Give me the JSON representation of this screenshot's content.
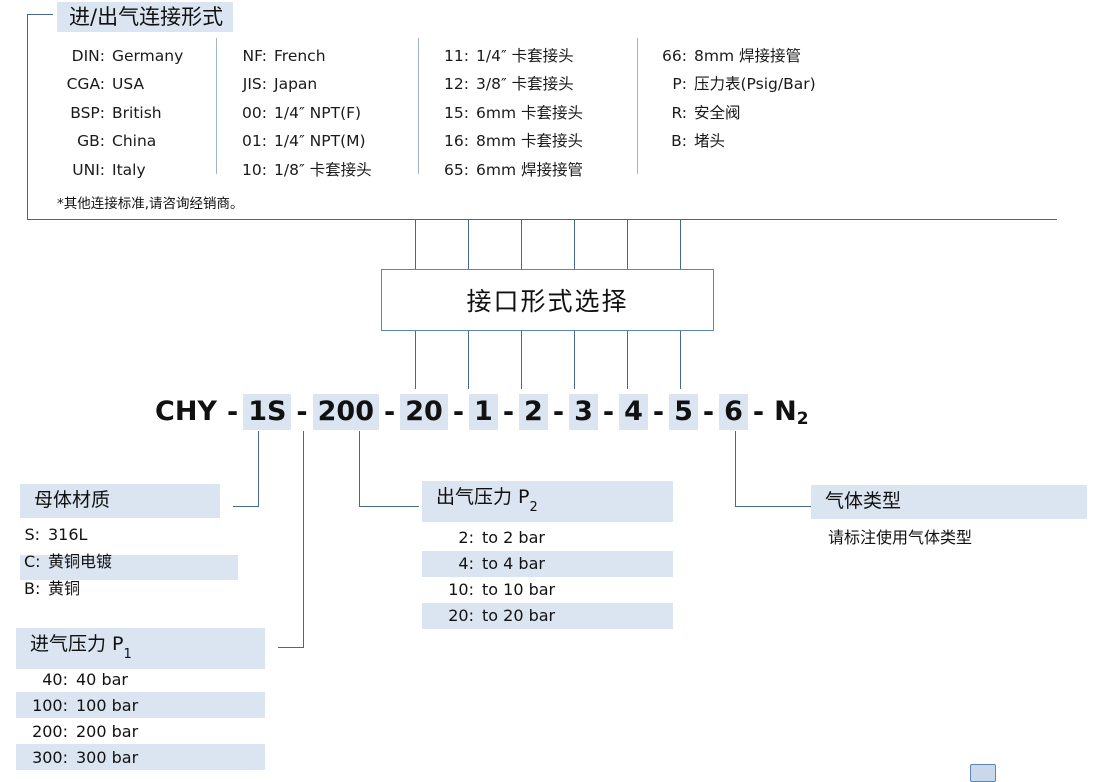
{
  "connection_section": {
    "title": "进/出气连接形式",
    "note": "*其他连接标准,请咨询经销商。",
    "columns": [
      {
        "rows": [
          {
            "code": "DIN:",
            "label": "Germany"
          },
          {
            "code": "CGA:",
            "label": "USA"
          },
          {
            "code": "BSP:",
            "label": "British"
          },
          {
            "code": "GB:",
            "label": "China"
          },
          {
            "code": "UNI:",
            "label": "Italy"
          }
        ]
      },
      {
        "rows": [
          {
            "code": "NF:",
            "label": "French"
          },
          {
            "code": "JIS:",
            "label": "Japan"
          },
          {
            "code": "00:",
            "label": "1/4″ NPT(F)"
          },
          {
            "code": "01:",
            "label": "1/4″ NPT(M)"
          },
          {
            "code": "10:",
            "label": "1/8″  卡套接头"
          }
        ]
      },
      {
        "rows": [
          {
            "code": "11:",
            "label": "1/4″  卡套接头"
          },
          {
            "code": "12:",
            "label": "3/8″  卡套接头"
          },
          {
            "code": "15:",
            "label": "6mm 卡套接头"
          },
          {
            "code": "16:",
            "label": "8mm 卡套接头"
          },
          {
            "code": "65:",
            "label": "6mm 焊接接管"
          }
        ]
      },
      {
        "rows": [
          {
            "code": "66:",
            "label": "8mm 焊接接管"
          },
          {
            "code": "P:",
            "label": "压力表(Psig/Bar)"
          },
          {
            "code": "R:",
            "label": "安全阀"
          },
          {
            "code": "B:",
            "label": "堵头"
          }
        ]
      }
    ]
  },
  "interface_box": {
    "label": "接口形式选择"
  },
  "model_code": {
    "segments": [
      {
        "text": "CHY",
        "highlight": false
      },
      {
        "text": "1S",
        "highlight": true
      },
      {
        "text": "200",
        "highlight": true
      },
      {
        "text": "20",
        "highlight": true
      },
      {
        "text": "1",
        "highlight": true
      },
      {
        "text": "2",
        "highlight": true
      },
      {
        "text": "3",
        "highlight": true
      },
      {
        "text": "4",
        "highlight": true
      },
      {
        "text": "5",
        "highlight": true
      },
      {
        "text": "6",
        "highlight": true
      },
      {
        "text": "N",
        "sub": "2",
        "highlight": false
      }
    ],
    "separator": "-"
  },
  "material_section": {
    "title": "母体材质",
    "options": [
      {
        "code": "S:",
        "label": "316L",
        "highlight": false
      },
      {
        "code": "C:",
        "label": "黄铜电镀",
        "highlight": true
      },
      {
        "code": "B:",
        "label": "黄铜",
        "highlight": false
      }
    ]
  },
  "inlet_pressure_section": {
    "title": "进气压力 P",
    "title_sub": "1",
    "options": [
      {
        "code": "40:",
        "label": "40 bar",
        "highlight": false
      },
      {
        "code": "100:",
        "label": "100 bar",
        "highlight": true
      },
      {
        "code": "200:",
        "label": "200 bar",
        "highlight": false
      },
      {
        "code": "300:",
        "label": "300 bar",
        "highlight": true
      }
    ]
  },
  "outlet_pressure_section": {
    "title": "出气压力 P",
    "title_sub": "2",
    "options": [
      {
        "code": "2:",
        "label": "to 2 bar",
        "highlight": false
      },
      {
        "code": "4:",
        "label": "to 4 bar",
        "highlight": true
      },
      {
        "code": "10:",
        "label": "to 10 bar",
        "highlight": false
      },
      {
        "code": "20:",
        "label": "to 20 bar",
        "highlight": true
      }
    ]
  },
  "gas_type_section": {
    "title": "气体类型",
    "note": "请标注使用气体类型"
  },
  "colors": {
    "highlight_band": "#dbe5f1",
    "line": "#46688e",
    "box_border": "#5b86b5",
    "separator": "#9fb4cc",
    "text": "#111111"
  }
}
